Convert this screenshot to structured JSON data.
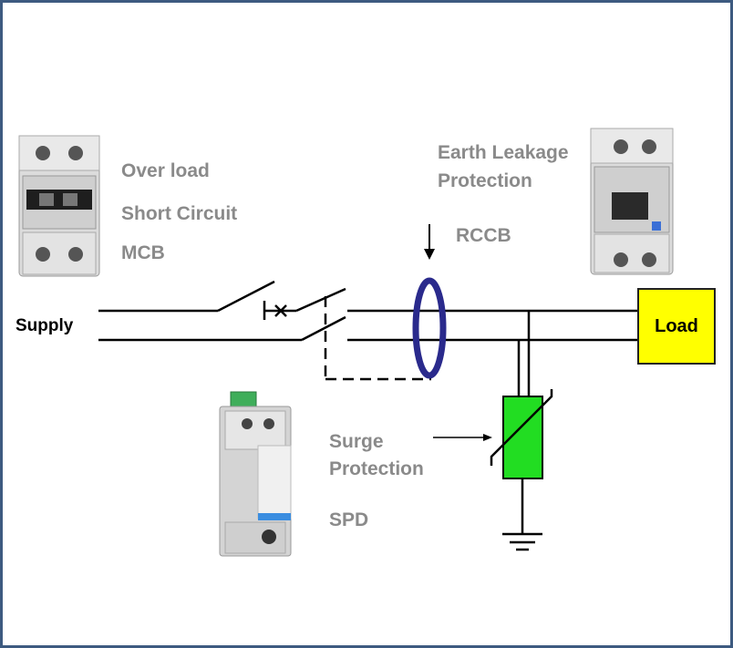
{
  "labels": {
    "supply": "Supply",
    "overload": "Over load",
    "short_circuit": "Short Circuit",
    "mcb": "MCB",
    "earth_leakage_line1": "Earth Leakage",
    "earth_leakage_line2": "Protection",
    "rccb": "RCCB",
    "load": "Load",
    "surge_line1": "Surge",
    "surge_line2": "Protection",
    "spd": "SPD"
  },
  "colors": {
    "frame": "#3d5a80",
    "rccb_core": "#2a2a8c",
    "load_box": "#ffff00",
    "surge_arrester": "#22dd22",
    "label_grey": "#8a8a8a"
  }
}
